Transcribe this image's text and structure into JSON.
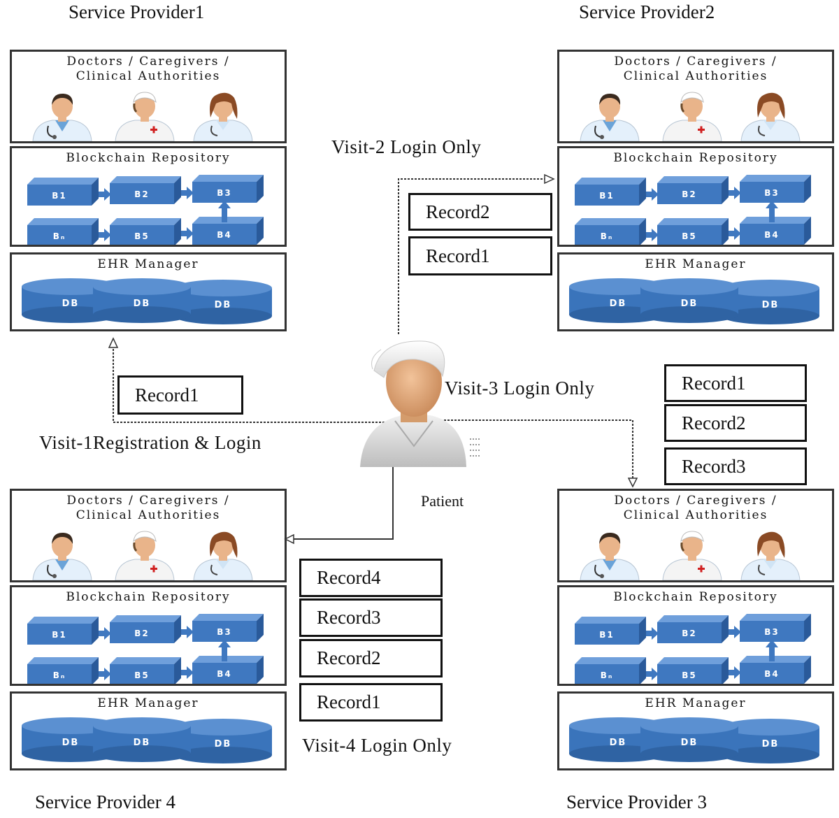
{
  "providers": [
    {
      "key": "sp1",
      "title": "Service Provider1"
    },
    {
      "key": "sp2",
      "title": "Service Provider2"
    },
    {
      "key": "sp3",
      "title": "Service Provider 3"
    },
    {
      "key": "sp4",
      "title": "Service Provider  4"
    }
  ],
  "panels": {
    "people_heading_line1": "Doctors / Caregivers /",
    "people_heading_line2": "Clinical Authorities",
    "blockchain_heading": "Blockchain Repository",
    "ehr_heading": "EHR Manager"
  },
  "blocks": [
    "B1",
    "B2",
    "B3",
    "B4",
    "B5",
    "Bₙ"
  ],
  "db_label": "DB",
  "patient_label": "Patient",
  "visits": {
    "v1": "Visit-1Registration & Login",
    "v2": "Visit-2 Login Only",
    "v3": "Visit-3 Login Only",
    "v4": "Visit-4 Login Only"
  },
  "records": {
    "visit1": [
      "Record1"
    ],
    "visit2": [
      "Record2",
      "Record1"
    ],
    "visit3": [
      "Record1",
      "Record2",
      "Record3"
    ],
    "visit4": [
      "Record4",
      "Record3",
      "Record2",
      "Record1"
    ]
  },
  "colors": {
    "block_front": "#3f78c0",
    "block_top": "#6f9fdb",
    "block_side": "#2a5a9a",
    "db_body": "#3a74bb",
    "arrow": "#3f78c0",
    "border": "#333333"
  }
}
